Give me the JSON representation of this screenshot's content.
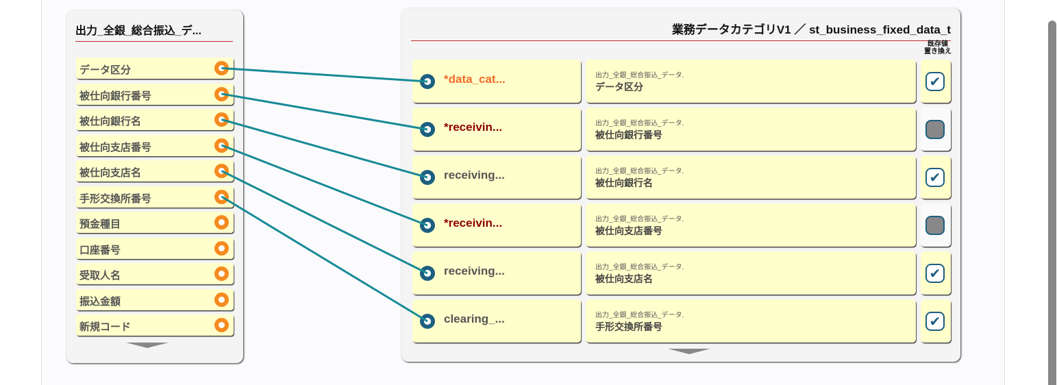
{
  "source_panel": {
    "title": "出力_全銀_総合振込_デ...",
    "fields": [
      "データ区分",
      "被仕向銀行番号",
      "被仕向銀行名",
      "被仕向支店番号",
      "被仕向支店名",
      "手形交換所番号",
      "預金種目",
      "口座番号",
      "受取人名",
      "振込金額",
      "新規コード"
    ]
  },
  "target_panel": {
    "title": "業務データカテゴリV1 ／ st_business_fixed_data_t",
    "replace_header_line1": "既存値",
    "replace_header_line2": "置き換え",
    "rows": [
      {
        "name": "*data_cat...",
        "color": "#f26b2a",
        "source_prefix": "出力_全銀_総合振込_データ.",
        "source_field": "データ区分",
        "replace": true,
        "map_from": 0
      },
      {
        "name": "*receivin...",
        "color": "#8b0000",
        "source_prefix": "出力_全銀_総合振込_データ.",
        "source_field": "被仕向銀行番号",
        "replace": false,
        "map_from": 1
      },
      {
        "name": "receiving...",
        "color": "#555555",
        "source_prefix": "出力_全銀_総合振込_データ.",
        "source_field": "被仕向銀行名",
        "replace": true,
        "map_from": 2
      },
      {
        "name": "*receivin...",
        "color": "#8b0000",
        "source_prefix": "出力_全銀_総合振込_データ.",
        "source_field": "被仕向支店番号",
        "replace": false,
        "map_from": 3
      },
      {
        "name": "receiving...",
        "color": "#555555",
        "source_prefix": "出力_全銀_総合振込_データ.",
        "source_field": "被仕向支店名",
        "replace": true,
        "map_from": 4
      },
      {
        "name": "clearing_...",
        "color": "#555555",
        "source_prefix": "出力_全銀_総合振込_データ.",
        "source_field": "手形交換所番号",
        "replace": true,
        "map_from": 5
      }
    ]
  },
  "colors": {
    "line": "#178a96",
    "accent_orange": "#f58a1f",
    "accent_blue": "#1d5f80"
  }
}
